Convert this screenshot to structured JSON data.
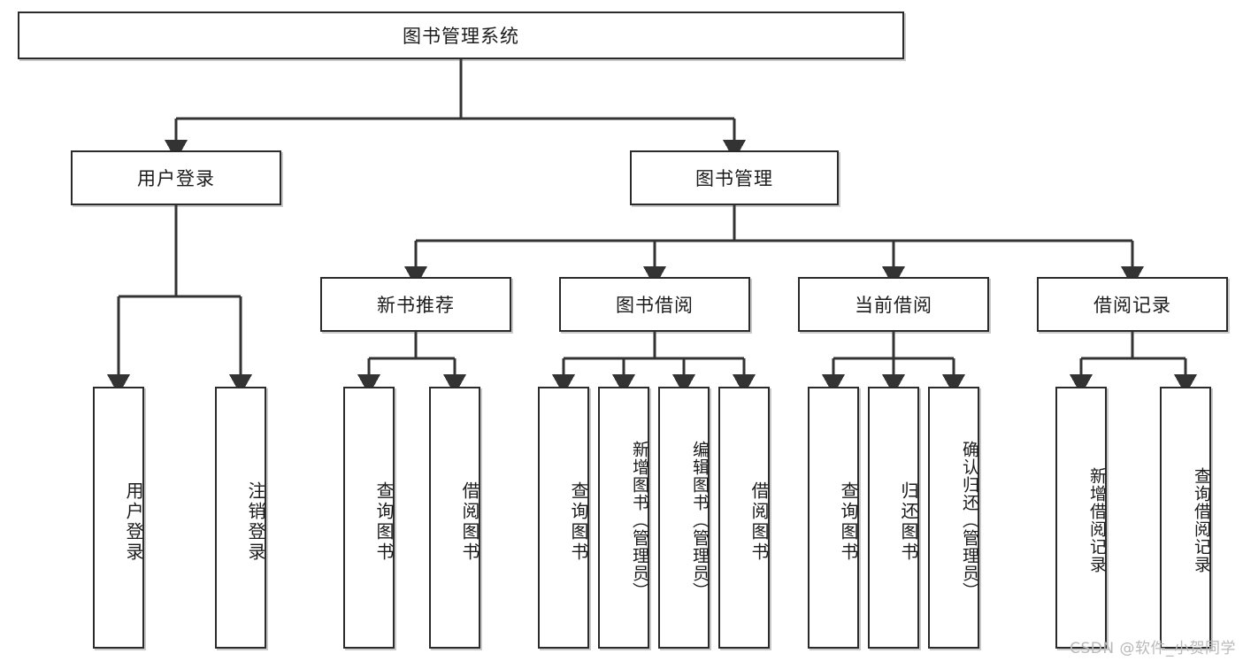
{
  "diagram": {
    "title": "图书管理系统",
    "type": "tree-hierarchy-chart",
    "root": {
      "label": "图书管理系统"
    },
    "level2": [
      {
        "label": "用户登录"
      },
      {
        "label": "图书管理"
      }
    ],
    "level3": [
      {
        "label": "新书推荐"
      },
      {
        "label": "图书借阅"
      },
      {
        "label": "当前借阅"
      },
      {
        "label": "借阅记录"
      }
    ],
    "leaves": {
      "user_login": [
        {
          "label": "用户登录"
        },
        {
          "label": "注销登录"
        }
      ],
      "new_book_recommend": [
        {
          "label": "查询图书"
        },
        {
          "label": "借阅图书"
        }
      ],
      "book_borrow": [
        {
          "label": "查询图书"
        },
        {
          "label": "新增图书（管理员）"
        },
        {
          "label": "编辑图书（管理员）"
        },
        {
          "label": "借阅图书"
        }
      ],
      "current_borrow": [
        {
          "label": "查询图书"
        },
        {
          "label": "归还图书"
        },
        {
          "label": "确认归还（管理员）"
        }
      ],
      "borrow_record": [
        {
          "label": "新增借阅记录"
        },
        {
          "label": "查询借阅记录"
        }
      ]
    }
  },
  "watermark": {
    "text": "CSDN @软件_小贺同学"
  },
  "colors": {
    "box_border": "#2b2b2b",
    "box_fill": "#ffffff",
    "connector": "#333333",
    "text": "#1b1b1b",
    "watermark": "#b9b9b9",
    "background": "#ffffff"
  }
}
